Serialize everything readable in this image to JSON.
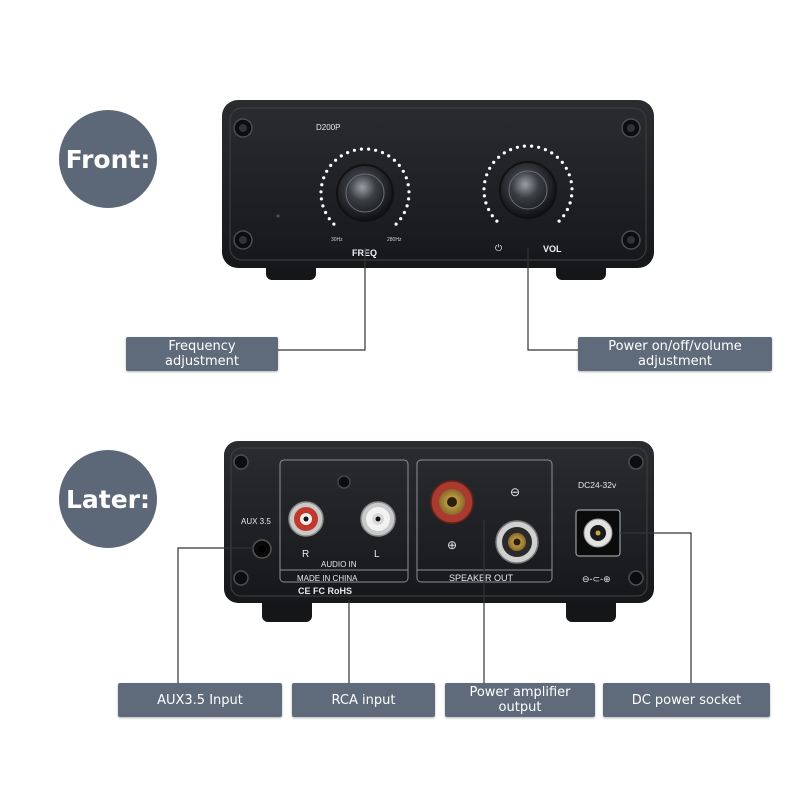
{
  "front": {
    "badge": "Front:",
    "model": "D200P",
    "freq_min": "30Hz",
    "freq_max": "280Hz",
    "freq_label": "FREQ",
    "vol_label": "VOL",
    "power_symbol": "⏻",
    "callouts": {
      "frequency": "Frequency\nadjustment",
      "power_volume": "Power on/off/volume\nadjustment"
    }
  },
  "back": {
    "badge": "Later:",
    "aux_label": "AUX 3.5",
    "audio_in_label": "AUDIO IN",
    "right_label": "R",
    "left_label": "L",
    "made_in": "MADE IN CHINA",
    "certs": "CE FC RoHS",
    "speaker_out_label": "SPEAKER OUT",
    "plus": "⊕",
    "minus": "⊖",
    "dc_label": "DC24-32v",
    "polarity": "⊖-⊂-⊕",
    "callouts": {
      "aux": "AUX3.5 Input",
      "rca": "RCA input",
      "power_output": "Power amplifier\noutput",
      "dc": "DC power socket"
    }
  },
  "colors": {
    "badge": "#5c6878",
    "callout": "#5f6b7a",
    "device_body": "#1f2124",
    "red_jack": "#c0392b",
    "red_post": "#a83a2f"
  }
}
